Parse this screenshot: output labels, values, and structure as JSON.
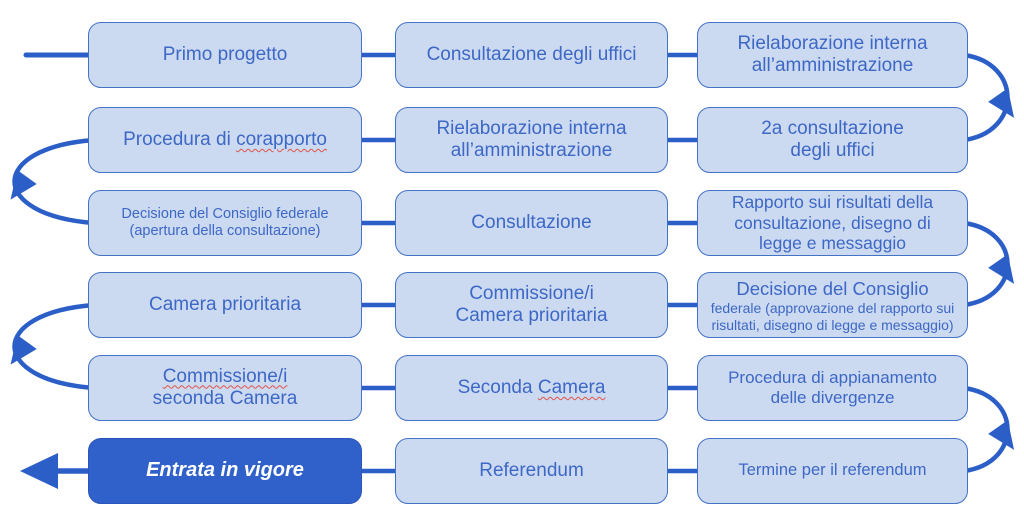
{
  "colors": {
    "background": "#ffffff",
    "box_fill": "#cbd9f1",
    "box_border": "#4472c4",
    "box_text": "#3e68c6",
    "arrow": "#2b5fc7",
    "final_box_fill": "#3061cb",
    "final_box_border": "#2b55b8",
    "final_box_text": "#ffffff",
    "spellcheck_underline": "#e0544a"
  },
  "rows": [
    {
      "boxes": [
        {
          "label": "Primo progetto"
        },
        {
          "label": "Consultazione degli uffici"
        },
        {
          "line1": "Rielaborazione interna",
          "line2": "all’amministrazione"
        }
      ]
    },
    {
      "boxes": [
        {
          "pre": "Procedura di ",
          "wavy": "corapporto"
        },
        {
          "line1": "Rielaborazione interna",
          "line2": "all’amministrazione"
        },
        {
          "line1": "2a consultazione",
          "line2": "degli uffici"
        }
      ]
    },
    {
      "boxes": [
        {
          "line1": "Decisione del Consiglio federale",
          "line2": "(apertura della consultazione)"
        },
        {
          "label": "Consultazione"
        },
        {
          "line1": "Rapporto sui risultati della",
          "line2": "consultazione, disegno di",
          "line3": "legge e messaggio"
        }
      ]
    },
    {
      "boxes": [
        {
          "label": "Camera prioritaria"
        },
        {
          "line1": "Commissione/i",
          "line2": "Camera prioritaria"
        },
        {
          "line1": "Decisione del Consiglio",
          "line2": "federale (approvazione del rapporto sui",
          "line3": "risultati, disegno di legge e messaggio)"
        }
      ]
    },
    {
      "boxes": [
        {
          "wavy": "Commissione/i",
          "line2": "seconda Camera"
        },
        {
          "pre": "Seconda ",
          "wavy": "Camera"
        },
        {
          "line1": "Procedura di appianamento",
          "line2": "delle divergenze"
        }
      ]
    },
    {
      "boxes": [
        {
          "label": "Entrata in vigore"
        },
        {
          "label": "Referendum"
        },
        {
          "label": "Termine per il referendum"
        }
      ]
    }
  ]
}
